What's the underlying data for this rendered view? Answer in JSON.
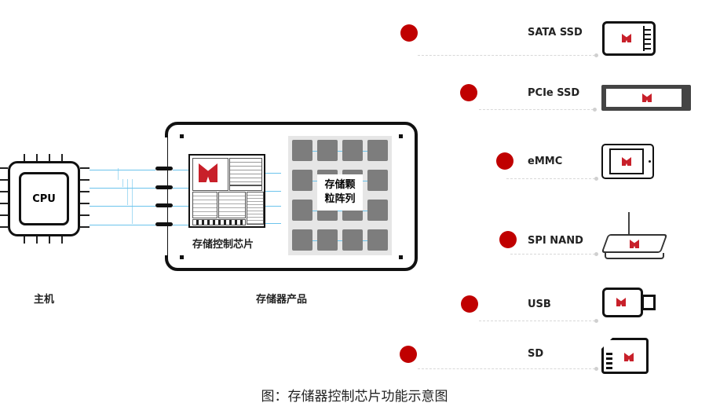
{
  "host": {
    "cpu_label": "CPU",
    "label": "主机"
  },
  "product": {
    "controller_label": "存储控制芯片",
    "array_label_line1": "存储颗",
    "array_label_line2": "粒阵列",
    "label": "存储器产品"
  },
  "devices": [
    {
      "name": "SATA SSD",
      "icon": "sata-ssd-icon"
    },
    {
      "name": "PCIe SSD",
      "icon": "pcie-ssd-icon"
    },
    {
      "name": "eMMC",
      "icon": "tablet-icon"
    },
    {
      "name": "SPI NAND",
      "icon": "router-icon"
    },
    {
      "name": "USB",
      "icon": "usb-drive-icon"
    },
    {
      "name": "SD",
      "icon": "sd-card-icon"
    }
  ],
  "caption": "图：存储器控制芯片功能示意图",
  "colors": {
    "accent": "#c00000",
    "bus": "#6cc4ec",
    "chip": "#7d7d7d"
  }
}
